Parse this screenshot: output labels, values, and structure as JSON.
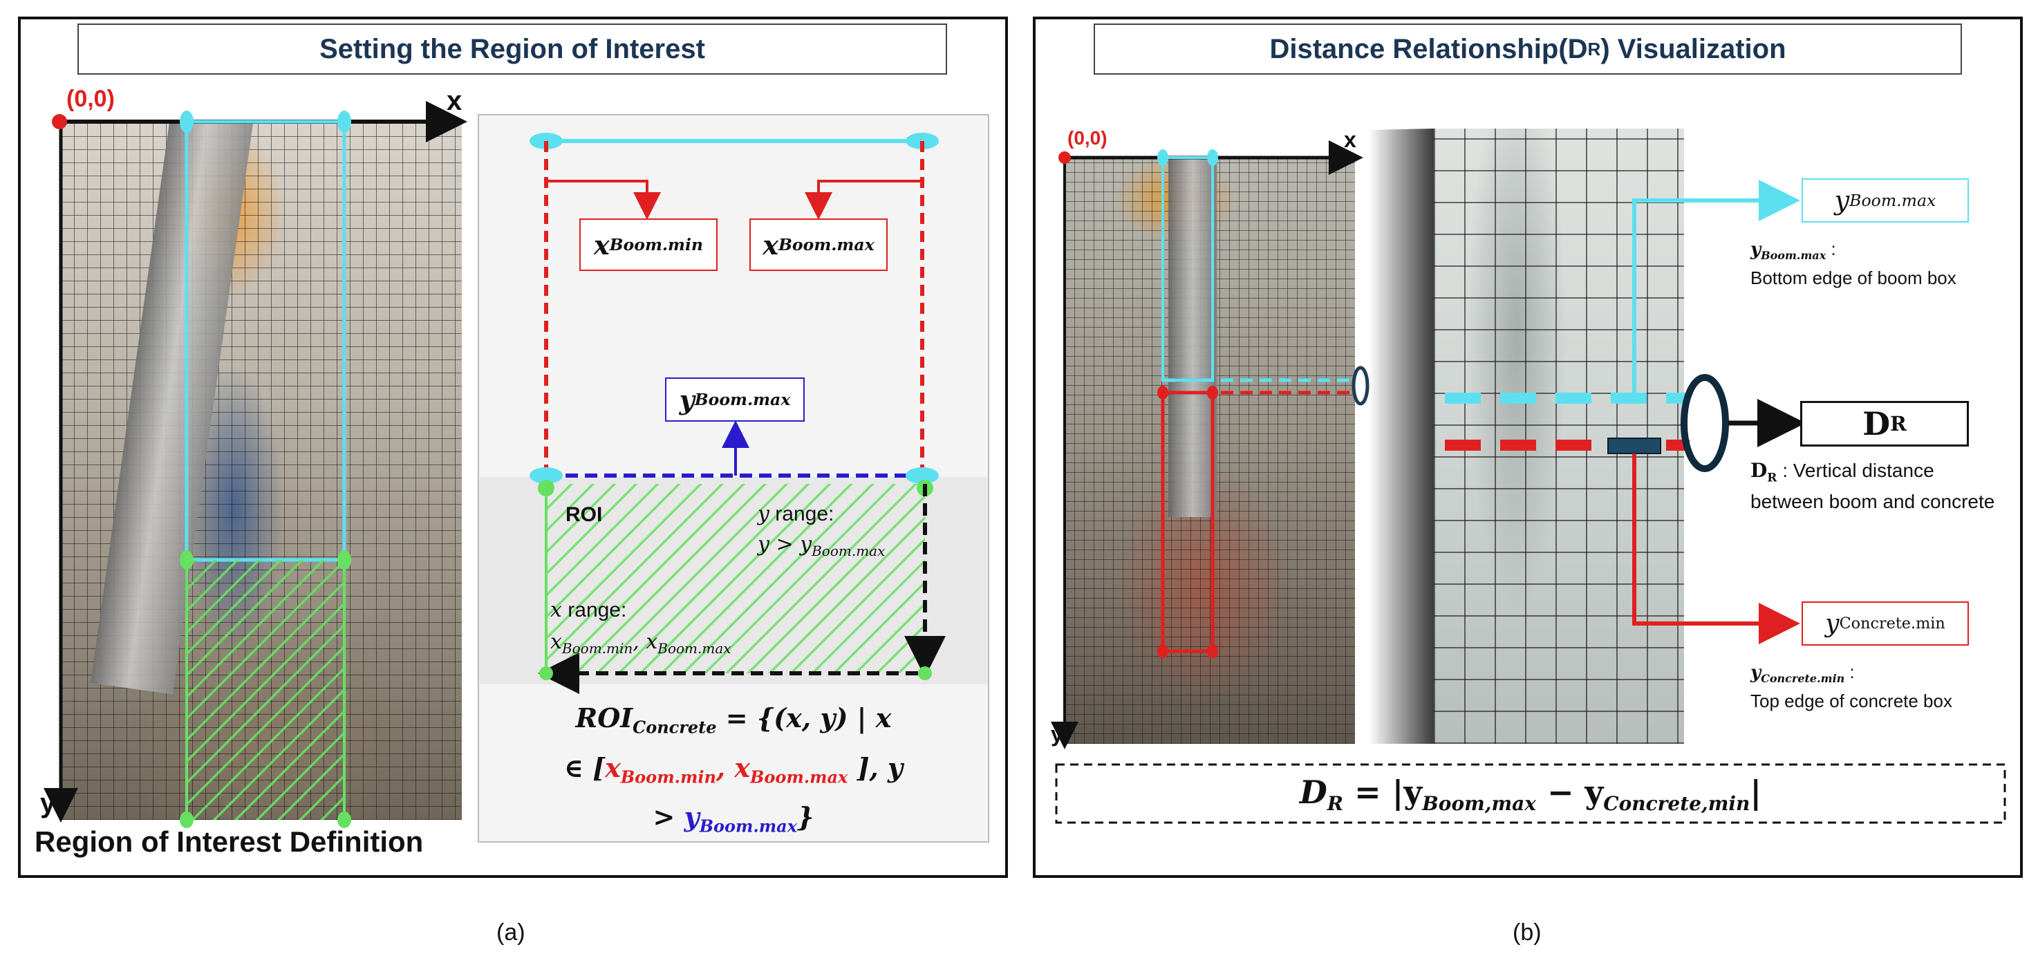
{
  "panel_a": {
    "title": "Setting the Region of Interest",
    "footer": "Region of Interest Definition",
    "origin": "(0,0)",
    "axis_x": "x",
    "axis_y": "y",
    "labels": {
      "x_boom_min": "x",
      "x_boom_min_sub": "Boom.min",
      "x_boom_max": "x",
      "x_boom_max_sub": "Boom.max",
      "y_boom_max": "y",
      "y_boom_max_sub": "Boom.max"
    },
    "roi": {
      "roi_label": "ROI",
      "y_range_title": "range:",
      "y_range_var": "y",
      "y_range_expr": "y > y",
      "y_range_sub": "Boom.max",
      "x_range_title": "range:",
      "x_range_var": "x",
      "x_range_a": "x",
      "x_range_a_sub": "Boom.min",
      "x_range_sep": ", x",
      "x_range_b_sub": "Boom.max"
    },
    "formula": {
      "lhs": "ROI",
      "lhs_sub": "Concrete",
      "line1_rest": " = {(x, y) | x",
      "line2_pre": "∈ [",
      "xmin": "x",
      "xmin_sub": "Boom.min",
      "comma1": ", ",
      "xmax": "x",
      "xmax_sub": "Boom.max",
      "line2_post": " ], y",
      "line3_pre": "> ",
      "ymax": "y",
      "ymax_sub": "Boom.max",
      "line3_post": "}"
    },
    "caption": "(a)"
  },
  "panel_b": {
    "title_main": "Distance Relationship(D",
    "title_sub": "R",
    "title_end": " ) Visualization",
    "origin": "(0,0)",
    "axis_x": "x",
    "axis_y": "y",
    "y_boom_max_box": "y",
    "y_boom_max_box_sub": "Boom.max",
    "y_boom_max_desc_var": "y",
    "y_boom_max_desc_sub": "Boom.max",
    "y_boom_max_desc_colon": " :",
    "y_boom_max_desc": "Bottom edge of boom box",
    "dr_box": "D",
    "dr_box_sub": "R",
    "dr_desc_var": "D",
    "dr_desc_sub": "R",
    "dr_desc_line1": " : Vertical distance",
    "dr_desc_line2": "between boom and concrete",
    "y_concrete_min_box": "y",
    "y_concrete_min_box_sub": "Concrete.min",
    "y_concrete_min_desc_var": "y",
    "y_concrete_min_desc_sub": "Concrete.min",
    "y_concrete_min_desc_colon": " :",
    "y_concrete_min_desc": "Top edge of concrete box",
    "formula": {
      "lhs": "D",
      "lhs_sub": "R",
      "eq": " = |y",
      "a_sub": "Boom,max",
      "minus": " − y",
      "b_sub": "Concrete,min",
      "end": "|"
    },
    "caption": "(b)"
  },
  "colors": {
    "cyan": "#5ce0f0",
    "red": "#e02020",
    "blue": "#2a1ccc",
    "green": "#66e060",
    "navy": "#1c3553",
    "dark_box": "#1f4a66"
  }
}
